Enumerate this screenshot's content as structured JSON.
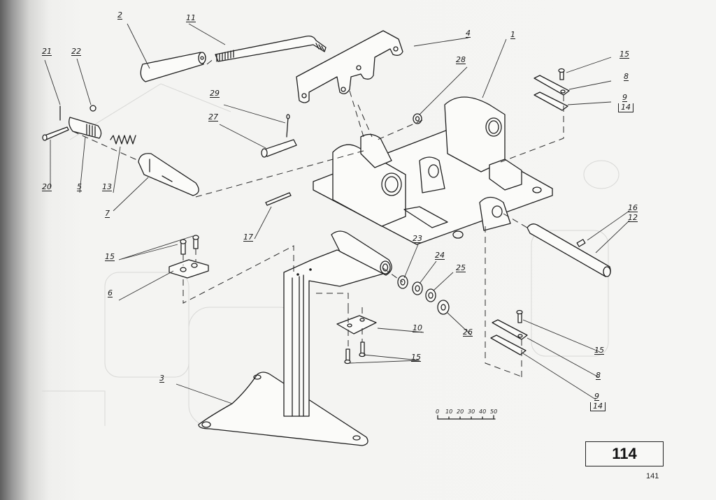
{
  "callouts": {
    "p1": "1",
    "p2": "2",
    "p3": "3",
    "p4": "4",
    "p5": "5",
    "p6": "6",
    "p7": "7",
    "p8_top": "8",
    "p8_bottom": "8",
    "p9_top": "9",
    "p9_bottom": "9",
    "p14_top": "14",
    "p14_bottom": "14",
    "p10": "10",
    "p11": "11",
    "p12": "12",
    "p13": "13",
    "p15_topright": "15",
    "p15_left": "15",
    "p15_center": "15",
    "p15_bottomright": "15",
    "p16": "16",
    "p17": "17",
    "p20": "20",
    "p21": "21",
    "p22": "22",
    "p23": "23",
    "p24": "24",
    "p25": "25",
    "p26": "26",
    "p27": "27",
    "p28": "28",
    "p29": "29"
  },
  "scale_bar": {
    "ticks": [
      "0",
      "10",
      "20",
      "30",
      "40",
      "50"
    ]
  },
  "figure_number": "114",
  "page_number": "141",
  "colors": {
    "ink": "#1e1e1e",
    "paper": "#f5f5f3"
  }
}
